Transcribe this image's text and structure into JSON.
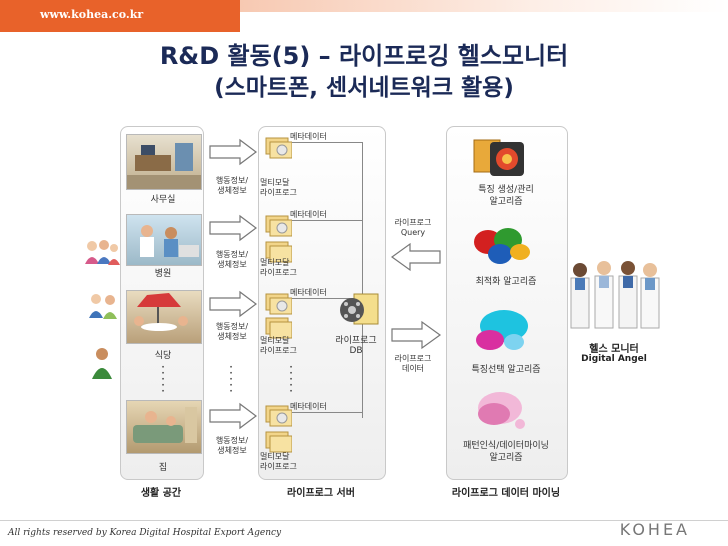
{
  "header": {
    "url": "www.kohea.co.kr"
  },
  "title": {
    "line1": "R&D 활동(5) – 라이프로깅 헬스모니터",
    "line2": "(스마트폰, 센서네트워크 활용)"
  },
  "places": [
    {
      "name": "사무실",
      "flow": "행동정보/\n생체정보"
    },
    {
      "name": "병원",
      "flow": "행동정보/\n생체정보"
    },
    {
      "name": "식당",
      "flow": "행동정보/\n생체정보"
    },
    {
      "name": "집",
      "flow": "행동정보/\n생체정보"
    }
  ],
  "server": {
    "meta_label": "메타데이터",
    "multimodal_label": "멀티모달\n라이프로그",
    "db_label": "라이프로그\nDB"
  },
  "mining": {
    "items": [
      "특징 생성/관리\n알고리즘",
      "최적화 알고리즘",
      "특징선택 알고리즘",
      "패턴인식/데이터마이닝\n알고리즘"
    ]
  },
  "arrows": {
    "query": "라이프로그\nQuery",
    "data": "라이프로그\n데이터"
  },
  "health": {
    "title": "헬스 모니터",
    "subtitle": "Digital Angel"
  },
  "columns": {
    "left": "생활 공간",
    "middle": "라이프로그 서버",
    "right": "라이프로그 데이터 마이닝"
  },
  "footer": {
    "text": "All rights reserved by Korea Digital Hospital Export Agency",
    "brand": "KOHEA"
  }
}
